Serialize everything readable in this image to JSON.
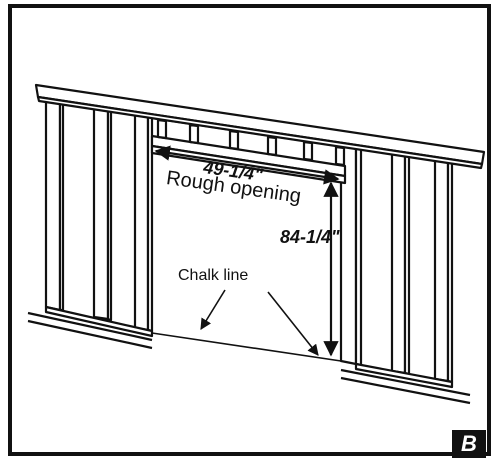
{
  "diagram": {
    "width_dimension": "49-1/4\"",
    "width_caption": "Rough opening",
    "height_dimension": "84-1/4\"",
    "chalk_label": "Chalk line",
    "figure_badge": "B"
  },
  "colors": {
    "line": "#111111",
    "background": "#ffffff"
  }
}
